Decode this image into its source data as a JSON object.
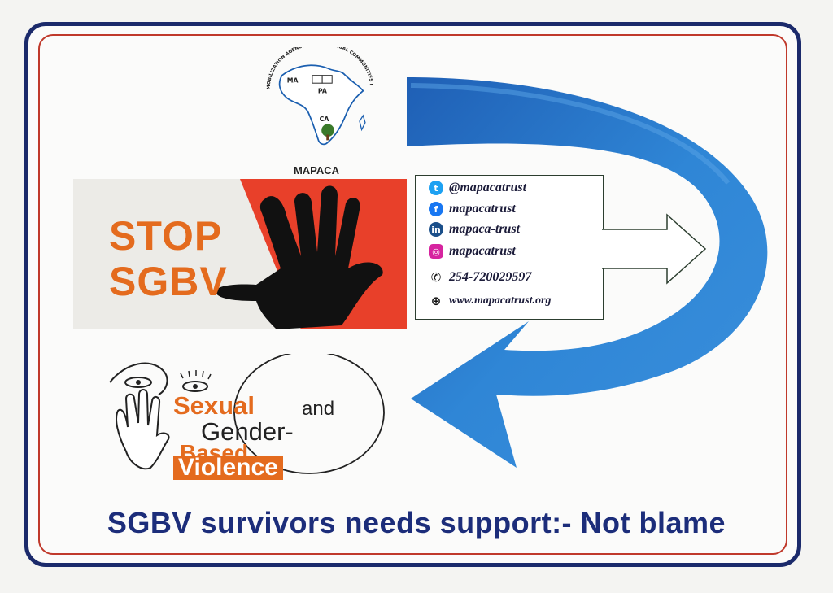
{
  "logo": {
    "org_text": "MOBILIZATION AGENCY FOR PARALEGAL COMMUNITIES IN AFRICA TRUST",
    "ma": "MA",
    "pa": "PA",
    "ca": "CA",
    "name": "MAPACA"
  },
  "stop_banner": {
    "line1": "STOP",
    "line2": "SGBV"
  },
  "contact": {
    "twitter": "@mapacatrust",
    "facebook": "mapacatrust",
    "linkedin": "mapaca-trust",
    "instagram": "mapacatrust",
    "phone": "254-720029597",
    "website": "www.mapacatrust.org"
  },
  "emblem": {
    "sexual": "Sexual",
    "and": "and",
    "gender": "Gender-",
    "based": "Based",
    "violence": "Violence"
  },
  "footer": {
    "message": "SGBV survivors needs support:- Not blame"
  },
  "colors": {
    "navy": "#1b2a6b",
    "orange": "#e46b1e",
    "red": "#e8402a",
    "blue_arrow": "#2a7fd0"
  }
}
